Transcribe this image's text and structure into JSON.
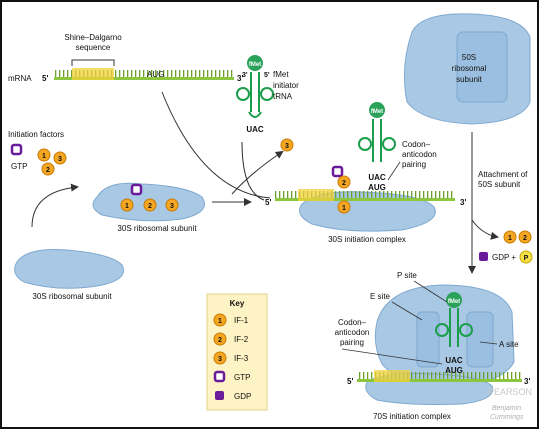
{
  "labels": {
    "shine_dalgarno": [
      "Shine–Dalgarno",
      "sequence"
    ],
    "mrna": "mRNA",
    "five_prime": "5'",
    "three_prime": "3'",
    "aug": "AUG",
    "uac": "UAC",
    "fmet": "fMet",
    "fmet_trna": [
      "fMet",
      "initiator",
      "tRNA"
    ],
    "initiation_factors": "Initiation factors",
    "gtp": "GTP",
    "gdp_plus_p": "GDP +",
    "p": "P",
    "subunit_30s_top": "30S ribosomal subunit",
    "subunit_30s_bottom": "30S ribosomal subunit",
    "complex_30s": "30S initiation complex",
    "codon_pairing_top": [
      "Codon–",
      "anticodon",
      "pairing"
    ],
    "codon_pairing_bottom": [
      "Codon–",
      "anticodon",
      "pairing"
    ],
    "subunit_50s": [
      "50S",
      "ribosomal",
      "subunit"
    ],
    "attachment": [
      "Attachment of",
      "50S subunit"
    ],
    "p_site": "P site",
    "e_site": "E site",
    "a_site": "A site",
    "complex_70s": "70S initiation complex",
    "publisher": [
      "Benjamin",
      "Cummings"
    ],
    "watermark": "PEARSON"
  },
  "factors": [
    "1",
    "2",
    "3"
  ],
  "key": {
    "title": "Key",
    "items": [
      {
        "symbol": "1",
        "label": "IF-1",
        "kind": "factor"
      },
      {
        "symbol": "2",
        "label": "IF-2",
        "kind": "factor"
      },
      {
        "symbol": "3",
        "label": "IF-3",
        "kind": "factor"
      },
      {
        "symbol": "",
        "label": "GTP",
        "kind": "gtp"
      },
      {
        "symbol": "",
        "label": "GDP",
        "kind": "gdp"
      }
    ]
  },
  "colors": {
    "ribosome": "#a9c8e4",
    "ribosome_dark": "#7fa9d0",
    "mrna": "#8cc63f",
    "shine_dalgarno_highlight": "#f2d13a",
    "factor": "#f5a623",
    "trna": "#1b9e4b",
    "gtp": "#6a1b9a",
    "key_bg": "#fdf3c4"
  }
}
